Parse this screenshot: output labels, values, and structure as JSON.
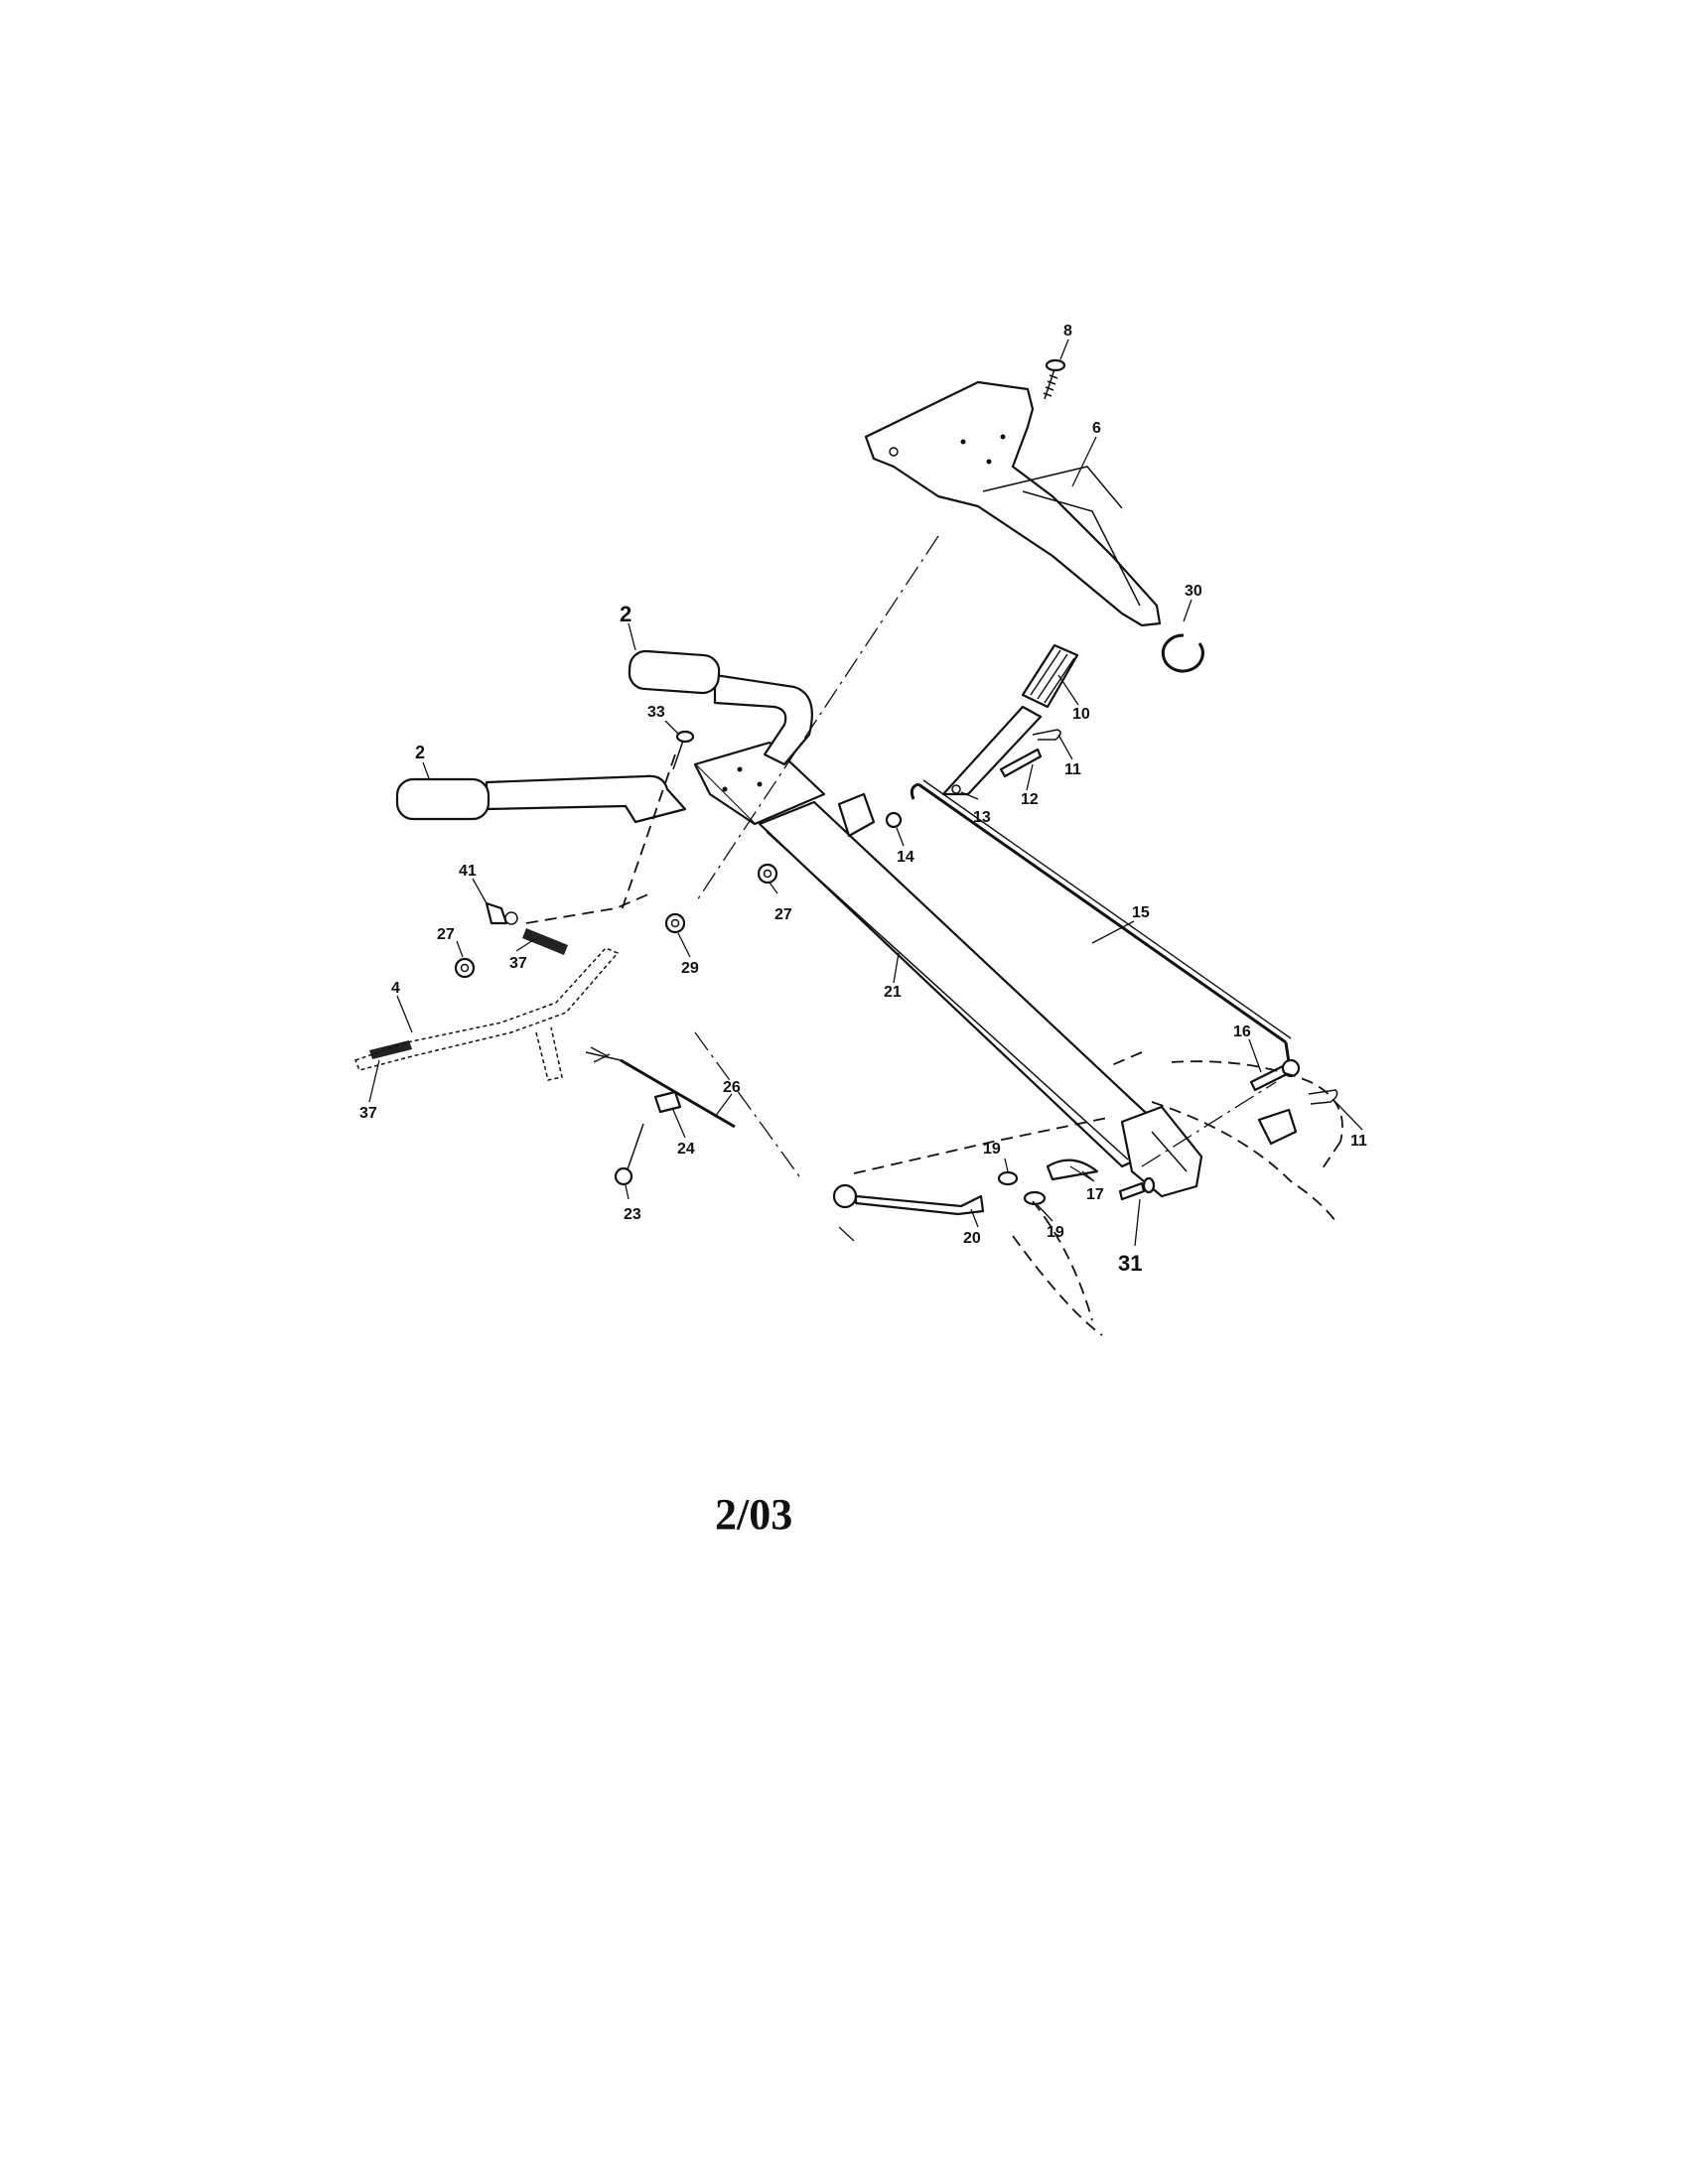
{
  "diagram": {
    "callouts": [
      {
        "id": "c8",
        "text": "8"
      },
      {
        "id": "c6",
        "text": "6"
      },
      {
        "id": "c30",
        "text": "30"
      },
      {
        "id": "c2a",
        "text": "2"
      },
      {
        "id": "c2b",
        "text": "2"
      },
      {
        "id": "c33",
        "text": "33"
      },
      {
        "id": "c10",
        "text": "10"
      },
      {
        "id": "c11a",
        "text": "11"
      },
      {
        "id": "c12",
        "text": "12"
      },
      {
        "id": "c13",
        "text": "13"
      },
      {
        "id": "c14",
        "text": "14"
      },
      {
        "id": "c41",
        "text": "41"
      },
      {
        "id": "c27a",
        "text": "27"
      },
      {
        "id": "c27b",
        "text": "27"
      },
      {
        "id": "c37a",
        "text": "37"
      },
      {
        "id": "c29",
        "text": "29"
      },
      {
        "id": "c15",
        "text": "15"
      },
      {
        "id": "c21",
        "text": "21"
      },
      {
        "id": "c4",
        "text": "4"
      },
      {
        "id": "c37b",
        "text": "37"
      },
      {
        "id": "c26",
        "text": "26"
      },
      {
        "id": "c24",
        "text": "24"
      },
      {
        "id": "c23",
        "text": "23"
      },
      {
        "id": "c16",
        "text": "16"
      },
      {
        "id": "c11b",
        "text": "11"
      },
      {
        "id": "c19a",
        "text": "19"
      },
      {
        "id": "c17",
        "text": "17"
      },
      {
        "id": "c19b",
        "text": "19"
      },
      {
        "id": "c20",
        "text": "20"
      },
      {
        "id": "c31",
        "text": "31"
      }
    ]
  },
  "footer": {
    "date": "2/03"
  }
}
